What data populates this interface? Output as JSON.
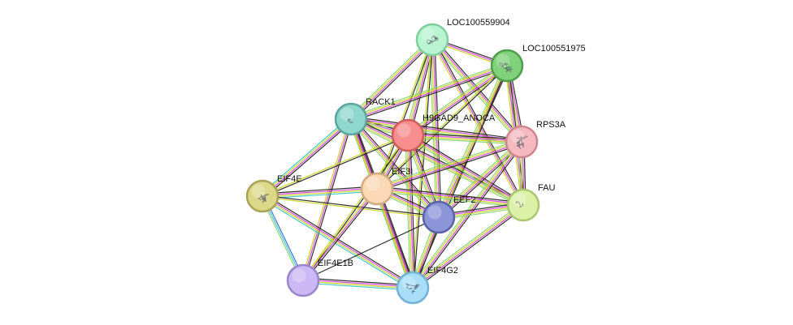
{
  "nodes": [
    {
      "id": "LOC100559904",
      "label": "LOC100559904",
      "color": "#b7f4cf",
      "stroke": "#7fcf9e",
      "texture": "protein"
    },
    {
      "id": "LOC100551975",
      "label": "LOC100551975",
      "color": "#7fd17a",
      "stroke": "#4f9e4c",
      "texture": "protein"
    },
    {
      "id": "RACK1",
      "label": "RACK1",
      "color": "#8fd7cc",
      "stroke": "#5aa69c",
      "texture": "dots"
    },
    {
      "id": "H9GAD9_ANOCA",
      "label": "H9GAD9_ANOCA",
      "color": "#f78d8d",
      "stroke": "#d05c5c",
      "texture": "none"
    },
    {
      "id": "RPS3A",
      "label": "RPS3A",
      "color": "#f5b9c0",
      "stroke": "#cf8690",
      "texture": "protein"
    },
    {
      "id": "EIF4E",
      "label": "EIF4E",
      "color": "#dcd88a",
      "stroke": "#a8a356",
      "texture": "protein"
    },
    {
      "id": "EIF3I",
      "label": "EIF3I",
      "color": "#fbd9b6",
      "stroke": "#d4ab80",
      "texture": "none"
    },
    {
      "id": "EEF2",
      "label": "EEF2",
      "color": "#8c95d8",
      "stroke": "#5a63a8",
      "texture": "none"
    },
    {
      "id": "FAU",
      "label": "FAU",
      "color": "#dcf0a8",
      "stroke": "#a8c870",
      "texture": "dots"
    },
    {
      "id": "EIF4E1B",
      "label": "EIF4E1B",
      "color": "#cbb8f5",
      "stroke": "#9a86cc",
      "texture": "none"
    },
    {
      "id": "EIF4G2",
      "label": "EIF4G2",
      "color": "#a8def7",
      "stroke": "#72b2d2",
      "texture": "protein"
    }
  ],
  "edge_colors": [
    "#222222",
    "#d43fd4",
    "#c9d31b",
    "#3a66d8",
    "#37c6c6",
    "#86d36b"
  ],
  "edges": [
    {
      "a": "LOC100559904",
      "b": "LOC100551975",
      "types": [
        0,
        1,
        2
      ]
    },
    {
      "a": "LOC100559904",
      "b": "RACK1",
      "types": [
        0,
        1,
        2,
        5
      ]
    },
    {
      "a": "LOC100559904",
      "b": "H9GAD9_ANOCA",
      "types": [
        0,
        1,
        2,
        5
      ]
    },
    {
      "a": "LOC100559904",
      "b": "RPS3A",
      "types": [
        0,
        1,
        2,
        5
      ]
    },
    {
      "a": "LOC100559904",
      "b": "EIF3I",
      "types": [
        0,
        2
      ]
    },
    {
      "a": "LOC100559904",
      "b": "EEF2",
      "types": [
        0,
        1,
        2,
        5
      ]
    },
    {
      "a": "LOC100559904",
      "b": "FAU",
      "types": [
        0,
        1,
        2
      ]
    },
    {
      "a": "LOC100559904",
      "b": "EIF4G2",
      "types": [
        0,
        2
      ]
    },
    {
      "a": "LOC100551975",
      "b": "RACK1",
      "types": [
        0,
        1,
        2,
        5
      ]
    },
    {
      "a": "LOC100551975",
      "b": "H9GAD9_ANOCA",
      "types": [
        0,
        1,
        2,
        5
      ]
    },
    {
      "a": "LOC100551975",
      "b": "RPS3A",
      "types": [
        0,
        1,
        2,
        5
      ]
    },
    {
      "a": "LOC100551975",
      "b": "EIF3I",
      "types": [
        0,
        2
      ]
    },
    {
      "a": "LOC100551975",
      "b": "EEF2",
      "types": [
        0,
        1,
        2,
        5
      ]
    },
    {
      "a": "LOC100551975",
      "b": "FAU",
      "types": [
        0,
        1,
        2
      ]
    },
    {
      "a": "LOC100551975",
      "b": "EIF4G2",
      "types": [
        0,
        2
      ]
    },
    {
      "a": "RACK1",
      "b": "H9GAD9_ANOCA",
      "types": [
        0,
        1,
        2,
        5
      ]
    },
    {
      "a": "RACK1",
      "b": "RPS3A",
      "types": [
        0,
        1,
        2,
        5
      ]
    },
    {
      "a": "RACK1",
      "b": "EIF4E",
      "types": [
        0,
        1,
        2,
        4
      ]
    },
    {
      "a": "RACK1",
      "b": "EIF3I",
      "types": [
        0,
        1,
        2,
        5
      ]
    },
    {
      "a": "RACK1",
      "b": "EEF2",
      "types": [
        0,
        1,
        2,
        5
      ]
    },
    {
      "a": "RACK1",
      "b": "FAU",
      "types": [
        0,
        1,
        2,
        5
      ]
    },
    {
      "a": "RACK1",
      "b": "EIF4E1B",
      "types": [
        0,
        1,
        2
      ]
    },
    {
      "a": "RACK1",
      "b": "EIF4G2",
      "types": [
        0,
        1,
        2
      ]
    },
    {
      "a": "H9GAD9_ANOCA",
      "b": "RPS3A",
      "types": [
        0,
        1,
        2,
        5
      ]
    },
    {
      "a": "H9GAD9_ANOCA",
      "b": "EIF4E",
      "types": [
        0,
        2
      ]
    },
    {
      "a": "H9GAD9_ANOCA",
      "b": "EIF3I",
      "types": [
        0,
        1,
        2,
        5
      ]
    },
    {
      "a": "H9GAD9_ANOCA",
      "b": "EEF2",
      "types": [
        0,
        1,
        2,
        5
      ]
    },
    {
      "a": "H9GAD9_ANOCA",
      "b": "FAU",
      "types": [
        0,
        1,
        2,
        5
      ]
    },
    {
      "a": "H9GAD9_ANOCA",
      "b": "EIF4E1B",
      "types": [
        0,
        2
      ]
    },
    {
      "a": "H9GAD9_ANOCA",
      "b": "EIF4G2",
      "types": [
        0,
        1,
        2,
        5
      ]
    },
    {
      "a": "RPS3A",
      "b": "EIF3I",
      "types": [
        0,
        1,
        2,
        5
      ]
    },
    {
      "a": "RPS3A",
      "b": "EEF2",
      "types": [
        0,
        1,
        2,
        5
      ]
    },
    {
      "a": "RPS3A",
      "b": "FAU",
      "types": [
        0,
        1,
        2,
        5
      ]
    },
    {
      "a": "RPS3A",
      "b": "EIF4G2",
      "types": [
        0,
        1,
        2,
        5
      ]
    },
    {
      "a": "EIF4E",
      "b": "EIF3I",
      "types": [
        0,
        1,
        2,
        4
      ]
    },
    {
      "a": "EIF4E",
      "b": "EEF2",
      "types": [
        0,
        2
      ]
    },
    {
      "a": "EIF4E",
      "b": "EIF4E1B",
      "types": [
        3,
        4,
        5
      ]
    },
    {
      "a": "EIF4E",
      "b": "EIF4G2",
      "types": [
        0,
        1,
        2,
        4
      ]
    },
    {
      "a": "EIF3I",
      "b": "EEF2",
      "types": [
        0,
        1,
        2,
        5
      ]
    },
    {
      "a": "EIF3I",
      "b": "FAU",
      "types": [
        0,
        1,
        2,
        5
      ]
    },
    {
      "a": "EIF3I",
      "b": "EIF4E1B",
      "types": [
        0,
        1,
        2
      ]
    },
    {
      "a": "EIF3I",
      "b": "EIF4G2",
      "types": [
        0,
        1,
        2,
        5
      ]
    },
    {
      "a": "EEF2",
      "b": "FAU",
      "types": [
        0,
        1,
        2,
        5
      ]
    },
    {
      "a": "EEF2",
      "b": "EIF4E1B",
      "types": [
        0
      ]
    },
    {
      "a": "EEF2",
      "b": "EIF4G2",
      "types": [
        0,
        1,
        2,
        5
      ]
    },
    {
      "a": "FAU",
      "b": "EIF4G2",
      "types": [
        0,
        1,
        2,
        5
      ]
    },
    {
      "a": "EIF4E1B",
      "b": "EIF4G2",
      "types": [
        0,
        1,
        2,
        4
      ]
    }
  ]
}
